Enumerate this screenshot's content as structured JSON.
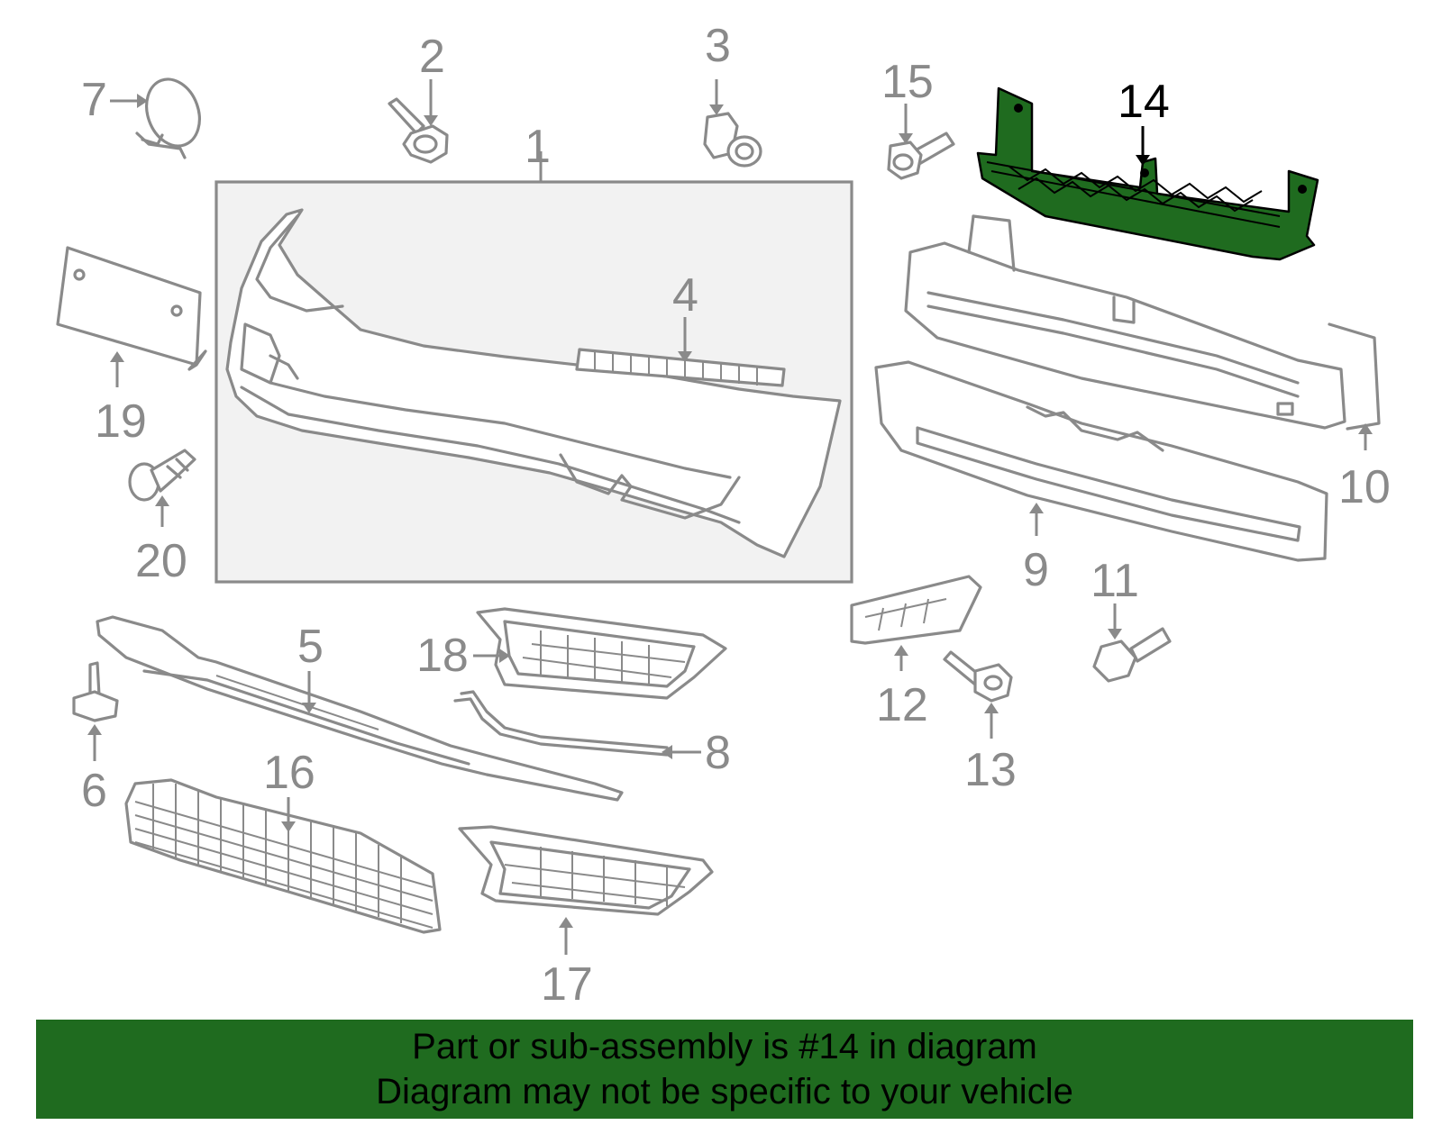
{
  "callouts": {
    "c1": "1",
    "c2": "2",
    "c3": "3",
    "c4": "4",
    "c5": "5",
    "c6": "6",
    "c7": "7",
    "c8": "8",
    "c9": "9",
    "c10": "10",
    "c11": "11",
    "c12": "12",
    "c13": "13",
    "c14": "14",
    "c15": "15",
    "c16": "16",
    "c17": "17",
    "c18": "18",
    "c19": "19",
    "c20": "20"
  },
  "highlighted_part": "14",
  "colors": {
    "highlight_fill": "#1f6b1f",
    "banner_background": "#1f6b1f",
    "line_gray": "#8a8a8a"
  },
  "footer": {
    "line1": "Part or sub-assembly is #14 in diagram",
    "line2": "Diagram may not be specific to your vehicle"
  }
}
